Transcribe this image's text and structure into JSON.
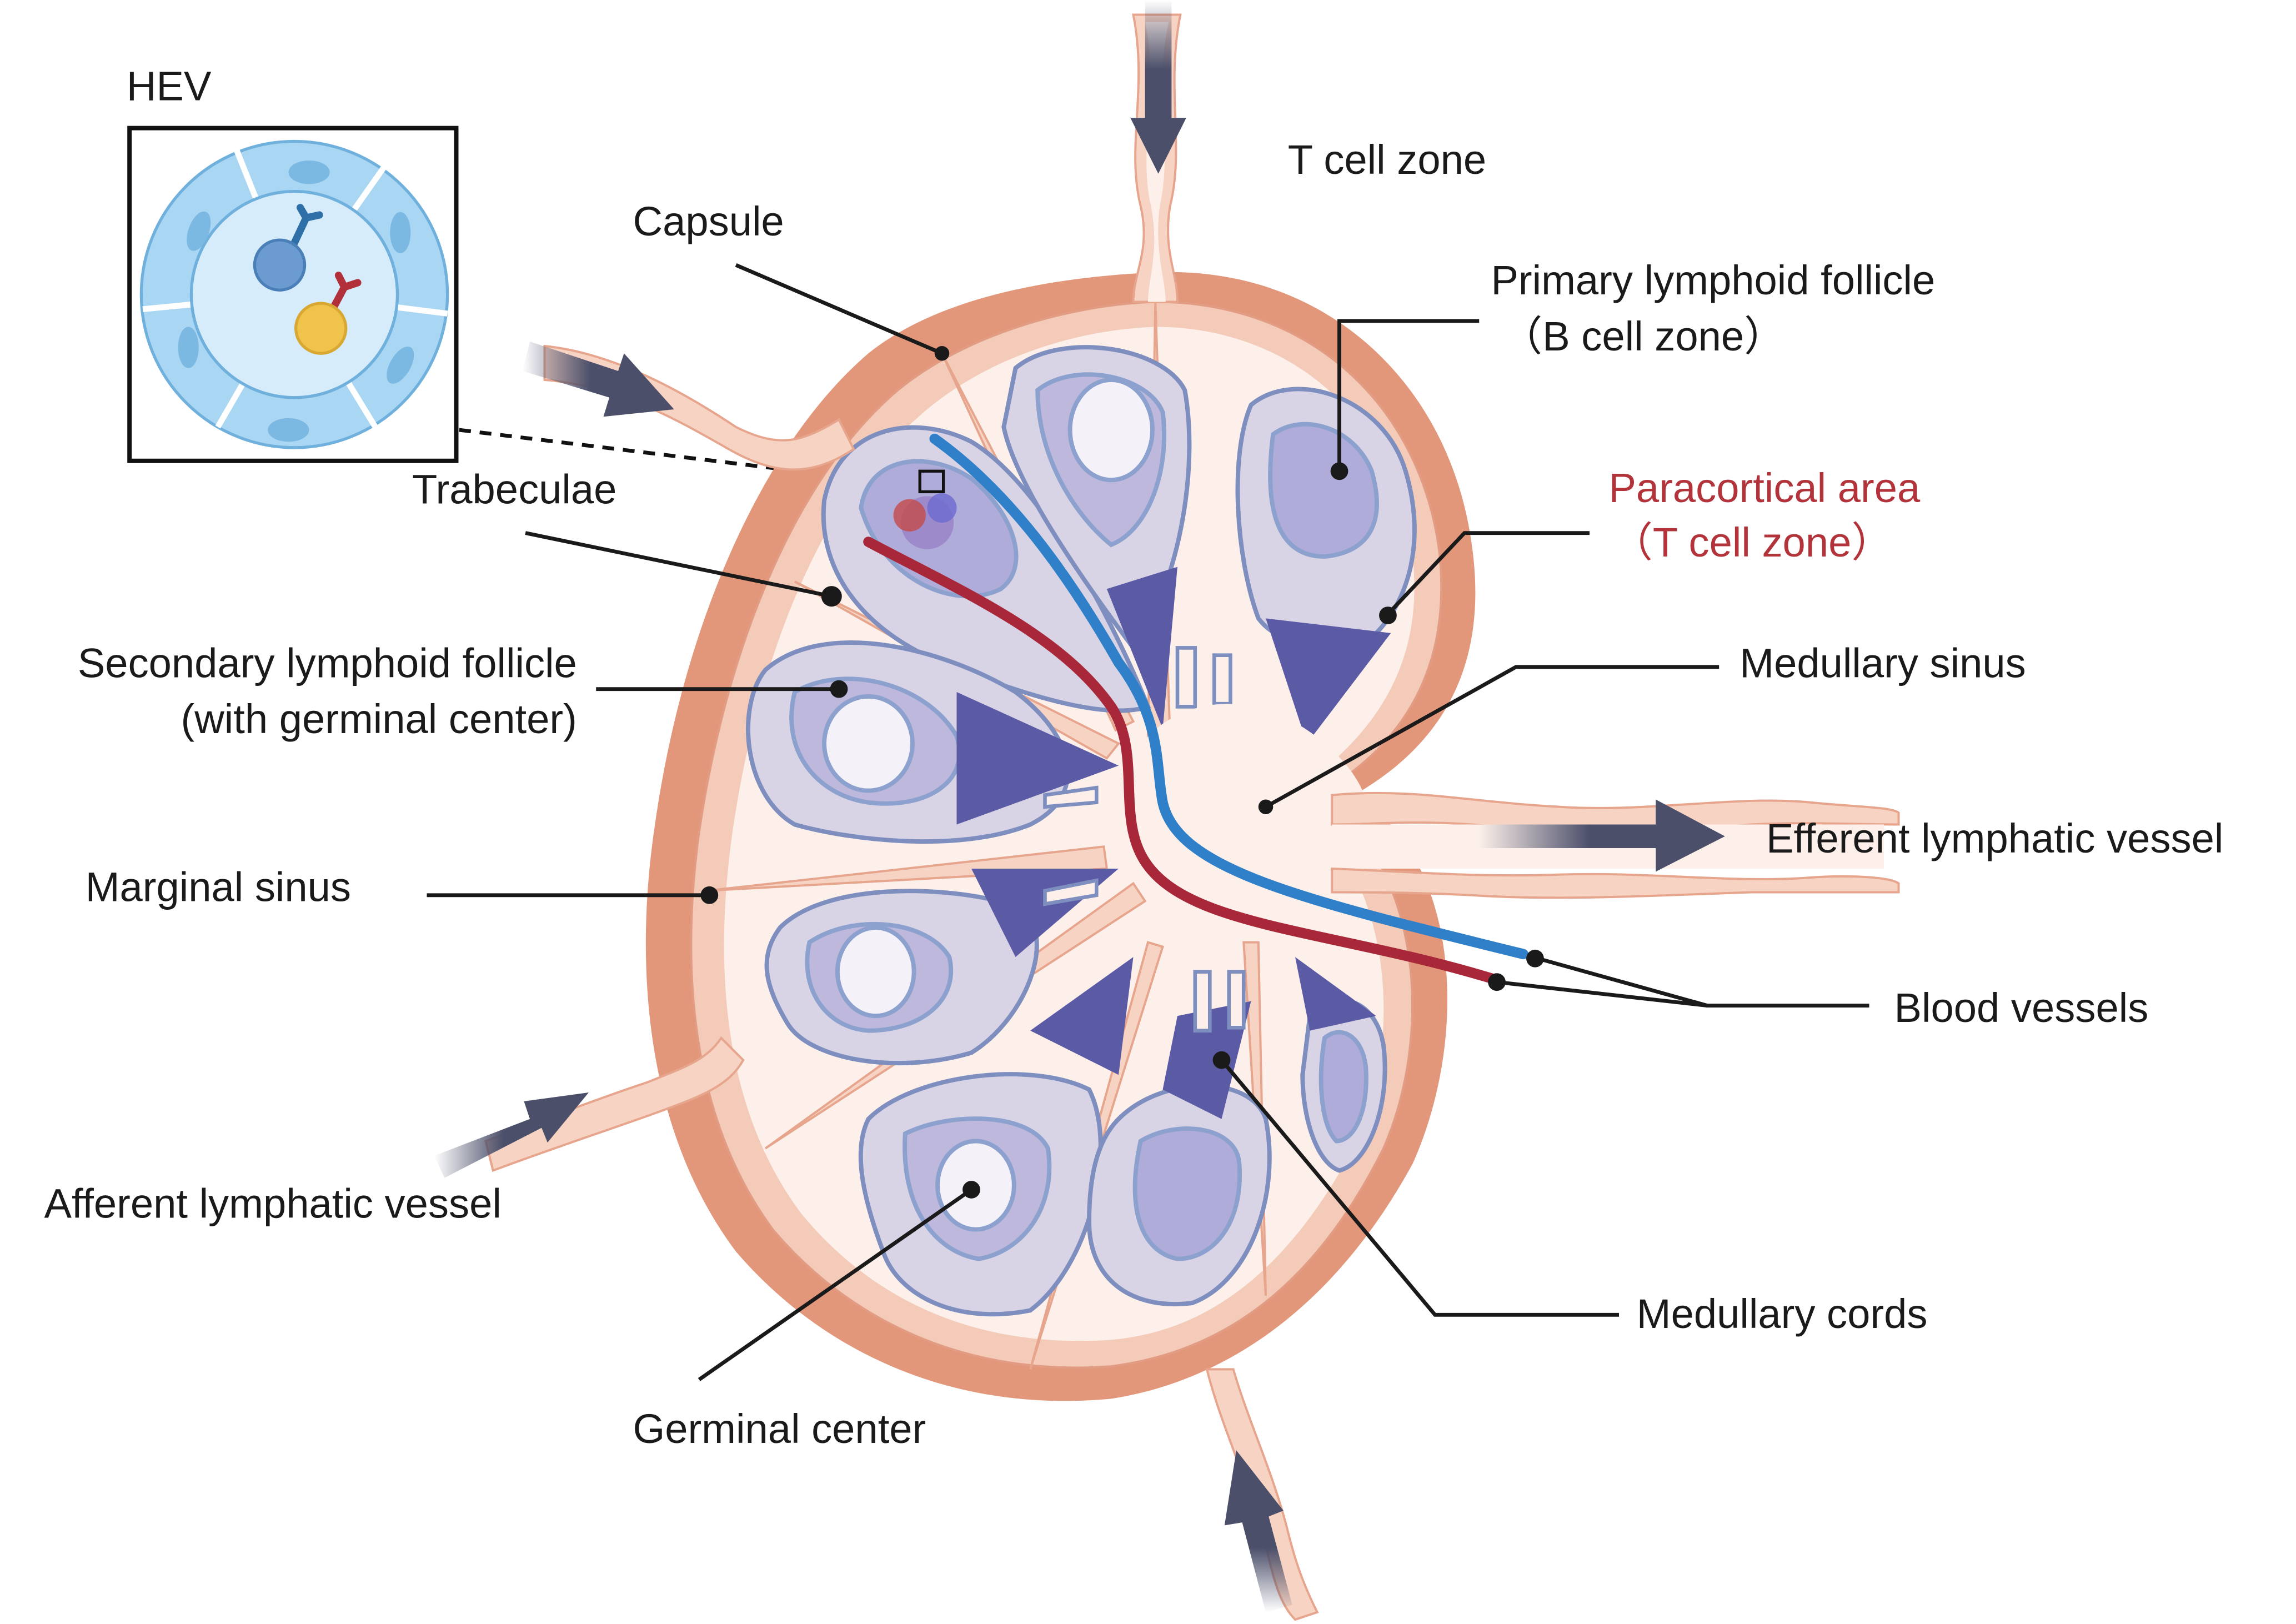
{
  "figure": {
    "title": "Lymph node structure",
    "colors": {
      "capsule": "#e2977a",
      "follicle": "#b0acd9",
      "medullary_cord": "#5b5aa5",
      "artery": "#a8283a",
      "vein": "#2f80c8",
      "arrow": "#4b4f6a",
      "paracortical_label": "#b2343a",
      "hev_cell": "#a9d6f2",
      "lymphocyte_b": "#6b9bd1",
      "lymphocyte_y": "#f0c44a"
    }
  },
  "inset": {
    "title": "HEV",
    "icons": [
      "endothelial-cell-icon",
      "lymphocyte-blue-icon",
      "lymphocyte-yellow-icon",
      "receptor-icon"
    ]
  },
  "labels": {
    "t_cell_zone_top": "T cell zone",
    "capsule": "Capsule",
    "primary_follicle_line1": "Primary lymphoid follicle",
    "primary_follicle_line2": "（B cell zone）",
    "paracortical_line1": "Paracortical area",
    "paracortical_line2": "（T cell zone）",
    "trabeculae": "Trabeculae",
    "secondary_follicle_line1": "Secondary lymphoid follicle",
    "secondary_follicle_line2": "(with germinal center)",
    "medullary_sinus": "Medullary sinus",
    "marginal_sinus": "Marginal sinus",
    "efferent_vessel": "Efferent lymphatic vessel",
    "blood_vessels": "Blood vessels",
    "afferent_vessel": "Afferent lymphatic vessel",
    "medullary_cords": "Medullary cords",
    "germinal_center": "Germinal center"
  }
}
